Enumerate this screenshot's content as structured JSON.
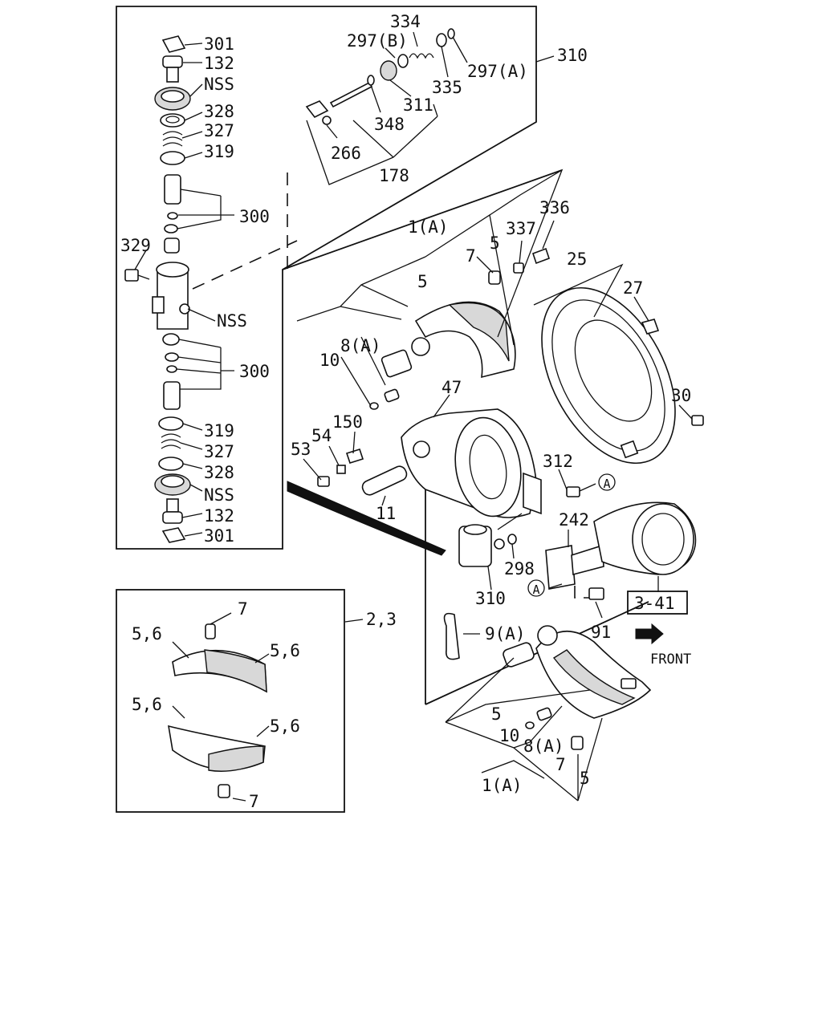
{
  "labels": {
    "l301a": "301",
    "l132a": "132",
    "lnss1": "NSS",
    "l328a": "328",
    "l327a": "327",
    "l319a": "319",
    "l300a": "300",
    "l329": "329",
    "lnss2": "NSS",
    "l300b": "300",
    "l319b": "319",
    "l327b": "327",
    "l328b": "328",
    "lnss3": "NSS",
    "l132b": "132",
    "l301b": "301",
    "l334": "334",
    "l297b": "297(B)",
    "l297a": "297(A)",
    "l310a": "310",
    "l335": "335",
    "l311": "311",
    "l348": "348",
    "l266": "266",
    "l178": "178",
    "l336": "336",
    "l1a_top": "1(A)",
    "l337": "337",
    "l5_t1": "5",
    "l7_t": "7",
    "l25": "25",
    "l5_t2": "5",
    "l27": "27",
    "l8a_t": "8(A)",
    "l10_t": "10",
    "l47": "47",
    "l30": "30",
    "l150": "150",
    "l54": "54",
    "l53": "53",
    "l312": "312",
    "l11": "11",
    "l242": "242",
    "l298": "298",
    "l310b": "310",
    "l3_41": "3-41",
    "l91": "91",
    "l9a": "9(A)",
    "lfront": "FRONT",
    "l5_b1": "5",
    "l10_b": "10",
    "l8a_b": "8(A)",
    "l7_b": "7",
    "l1a_b": "1(A)",
    "l5_b2": "5",
    "l23": "2,3",
    "l7_in1": "7",
    "l56_a": "5,6",
    "l56_b": "5,6",
    "l56_c": "5,6",
    "l56_d": "5,6",
    "l7_in2": "7",
    "circleA": "A"
  }
}
